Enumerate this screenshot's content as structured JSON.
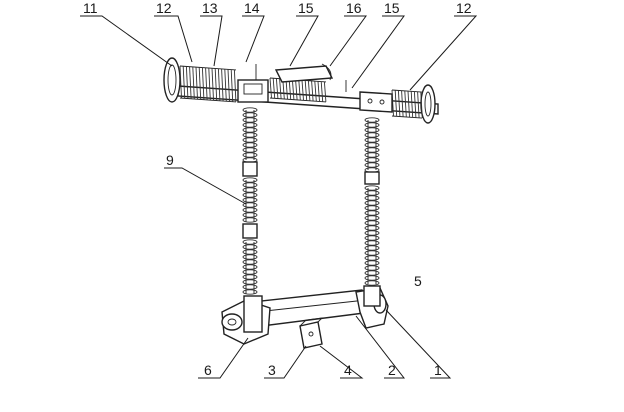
{
  "diagram": {
    "callouts": [
      {
        "id": "c11",
        "text": "11"
      },
      {
        "id": "c12a",
        "text": "12"
      },
      {
        "id": "c13",
        "text": "13"
      },
      {
        "id": "c14",
        "text": "14"
      },
      {
        "id": "c15a",
        "text": "15"
      },
      {
        "id": "c16",
        "text": "16"
      },
      {
        "id": "c15b",
        "text": "15"
      },
      {
        "id": "c12b",
        "text": "12"
      },
      {
        "id": "c9",
        "text": "9"
      },
      {
        "id": "c5",
        "text": "5"
      },
      {
        "id": "c6",
        "text": "6"
      },
      {
        "id": "c3",
        "text": "3"
      },
      {
        "id": "c4",
        "text": "4"
      },
      {
        "id": "c2",
        "text": "2"
      },
      {
        "id": "c1",
        "text": "1"
      }
    ]
  }
}
